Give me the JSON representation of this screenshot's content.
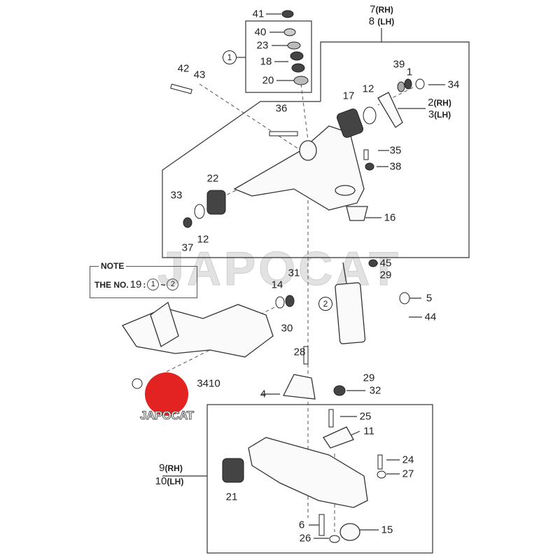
{
  "watermark": "JAPOCAT",
  "logo": {
    "text": "JAPOCAT",
    "color": "#e32222"
  },
  "note": {
    "title": "NOTE",
    "prefix": "THE NO.",
    "number": "19",
    "sep": ":",
    "from": "1",
    "tilde": "~",
    "to": "2"
  },
  "circled": {
    "c1": "1",
    "c2": "2"
  },
  "labels": {
    "p41": "41",
    "p40": "40",
    "p23": "23",
    "p18": "18",
    "p20": "20",
    "p7": "7",
    "p7s": "(RH)",
    "p8": "8",
    "p8s": "(LH)",
    "p42": "42",
    "p43": "43",
    "p1": "1",
    "p39": "39",
    "p34": "34",
    "p17": "17",
    "p12a": "12",
    "p2": "2",
    "p2s": "(RH)",
    "p3": "3",
    "p3s": "(LH)",
    "p36": "36",
    "p35": "35",
    "p38": "38",
    "p22": "22",
    "p33": "33",
    "p16": "16",
    "p37": "37",
    "p12b": "12",
    "p45": "45",
    "p29a": "29",
    "p31": "31",
    "p14": "14",
    "p5": "5",
    "p44": "44",
    "p30": "30",
    "p28": "28",
    "p3410": "3410",
    "p29b": "29",
    "p4": "4",
    "p32": "32",
    "p25": "25",
    "p11": "11",
    "p9": "9",
    "p9s": "(RH)",
    "p10": "10",
    "p10s": "(LH)",
    "p24": "24",
    "p27": "27",
    "p21": "21",
    "p6": "6",
    "p15": "15",
    "p26": "26"
  }
}
